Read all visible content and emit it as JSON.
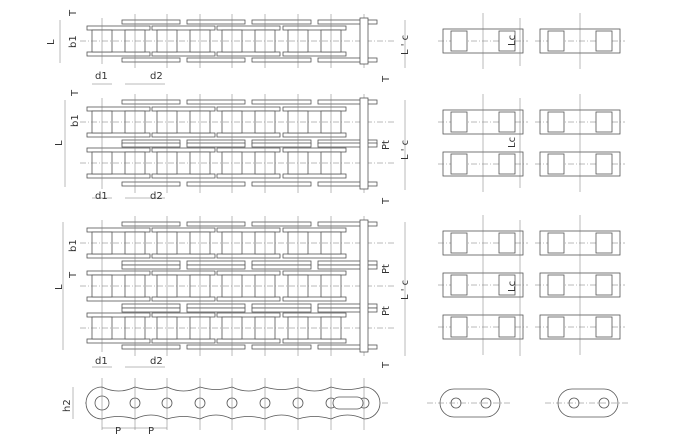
{
  "simplex": {
    "L": "L",
    "b1": "b1",
    "T_top": "T",
    "T_bottom": "T",
    "Lc": "L ' c",
    "d1": "d1",
    "d2": "d2"
  },
  "duplex": {
    "L": "L",
    "b1": "b1",
    "T_top": "T",
    "T_bottom": "T",
    "Lc": "L ' c",
    "Pt": "Pt",
    "d1": "d1",
    "d2": "d2"
  },
  "triplex": {
    "L": "L",
    "b1": "b1",
    "T_mid": "T",
    "T_bottom": "T",
    "Lc": "L ' c",
    "Pt1": "Pt",
    "Pt2": "Pt",
    "d1": "d1",
    "d2": "d2"
  },
  "side_view": {
    "h2": "h2",
    "P1": "P",
    "P2": "P"
  },
  "connecting_links": {
    "Lc1": "Lc",
    "Lc2": "Lc",
    "Lc3": "Lc"
  }
}
